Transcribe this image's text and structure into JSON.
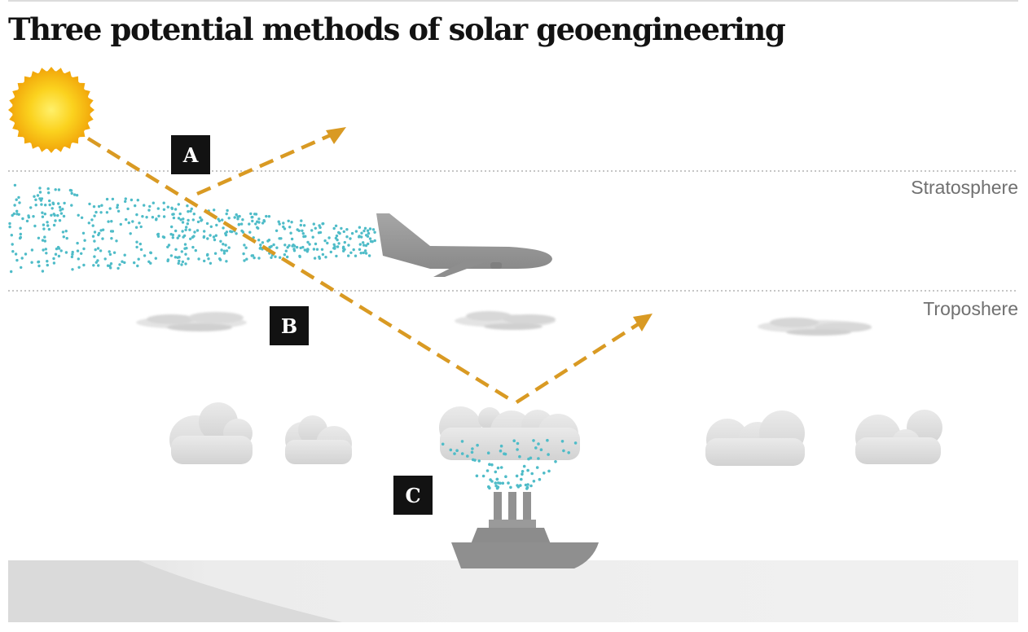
{
  "title": "Three potential methods of solar geoengineering",
  "layers": {
    "stratosphere": "Stratosphere",
    "troposphere": "Troposhere"
  },
  "markers": {
    "a": "A",
    "b": "B",
    "c": "C"
  },
  "colors": {
    "sun": "#f7c512",
    "sun_edge": "#f0a60a",
    "ray": "#d99a23",
    "particles": "#4fbcc8",
    "aircraft": "#9a9a9a",
    "ship": "#8f8f8f",
    "cloud": "#dedede",
    "ground": "#eeeeee",
    "layer_line": "#9e9e9e"
  },
  "icons": [
    "sun-icon",
    "aircraft-icon",
    "ship-icon",
    "cloud-icon",
    "particle-cloud-icon",
    "arrow-head-icon"
  ]
}
